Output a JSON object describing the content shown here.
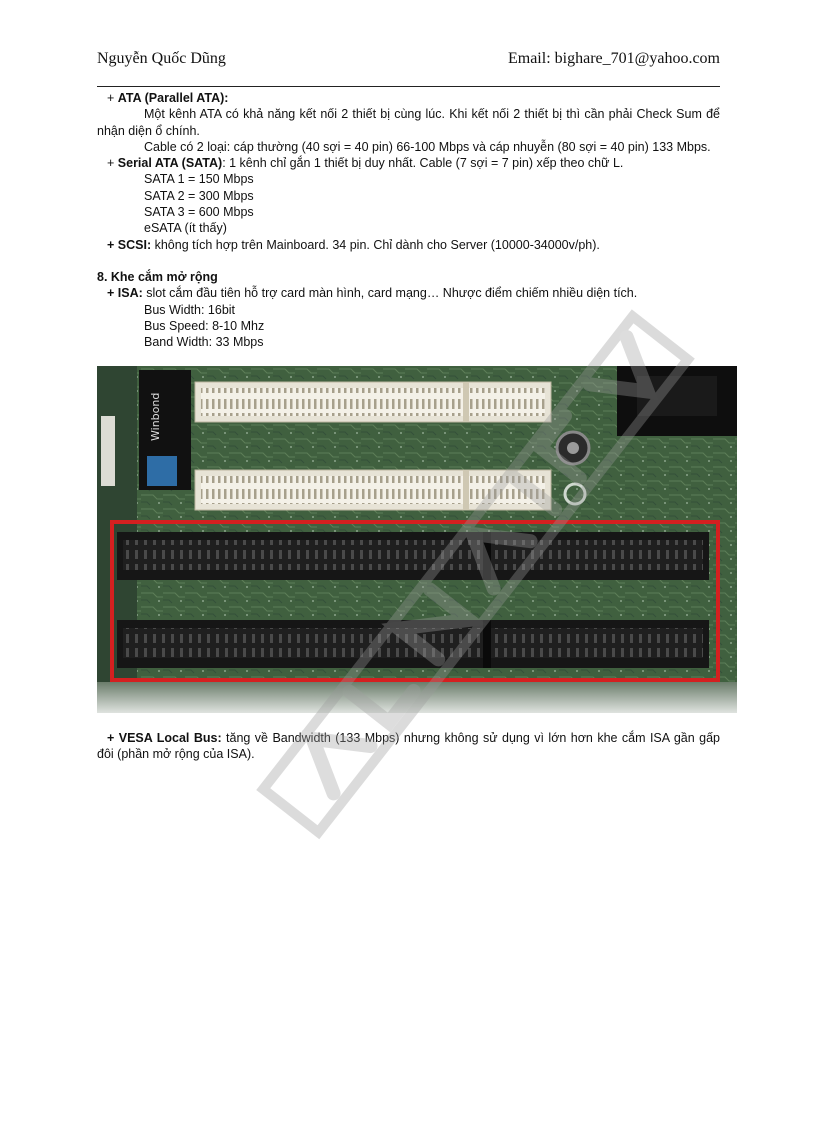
{
  "header": {
    "author": "Nguyễn Quốc Dũng",
    "email": "Email: bighare_701@yahoo.com"
  },
  "ata": {
    "bullet": "+ ",
    "title": "ATA (Parallel ATA):",
    "line1": "Một kênh ATA có khả năng kết nối 2 thiết bị cùng lúc. Khi kết nối 2 thiết bị thì cần phải Check Sum để nhận diện ổ chính.",
    "line2": "Cable có 2 loại: cáp thường (40 sợi = 40 pin) 66-100 Mbps và cáp nhuyễn (80 sợi = 40 pin) 133 Mbps."
  },
  "sata": {
    "bullet": "+ ",
    "title": "Serial ATA (SATA)",
    "desc": ": 1 kênh chỉ gắn 1 thiết bị duy nhất. Cable (7 sợi = 7 pin) xếp theo chữ L.",
    "items": [
      "SATA 1 = 150 Mbps",
      "SATA 2 = 300 Mbps",
      "SATA 3 = 600 Mbps",
      "eSATA (ít thấy)"
    ]
  },
  "scsi": {
    "title": "+ SCSI:",
    "desc": " không tích hợp trên Mainboard. 34 pin. Chỉ dành cho Server (10000-34000v/ph)."
  },
  "section8": {
    "heading": "8. Khe cắm mở rộng"
  },
  "isa": {
    "title": "+ ISA:",
    "desc": " slot cắm đầu tiên hỗ trợ card màn hình, card mạng… Nhược điểm chiếm nhiều diện tích.",
    "specs": [
      "Bus Width: 16bit",
      "Bus Speed: 8-10 Mhz",
      "Band Width: 33 Mbps"
    ]
  },
  "photo": {
    "chip_label": "Winbond"
  },
  "vesa": {
    "title": "+ VESA Local Bus:",
    "desc": " tăng về Bandwidth (133 Mbps) nhưng không sử dụng vì lớn hơn khe cắm ISA gần gấp đôi (phần mở rộng của ISA)."
  },
  "colors": {
    "pcb": "#3f5a40",
    "slot_white": "#f2efe6",
    "slot_black": "#1d1d1d",
    "highlight_red": "#d42020"
  }
}
